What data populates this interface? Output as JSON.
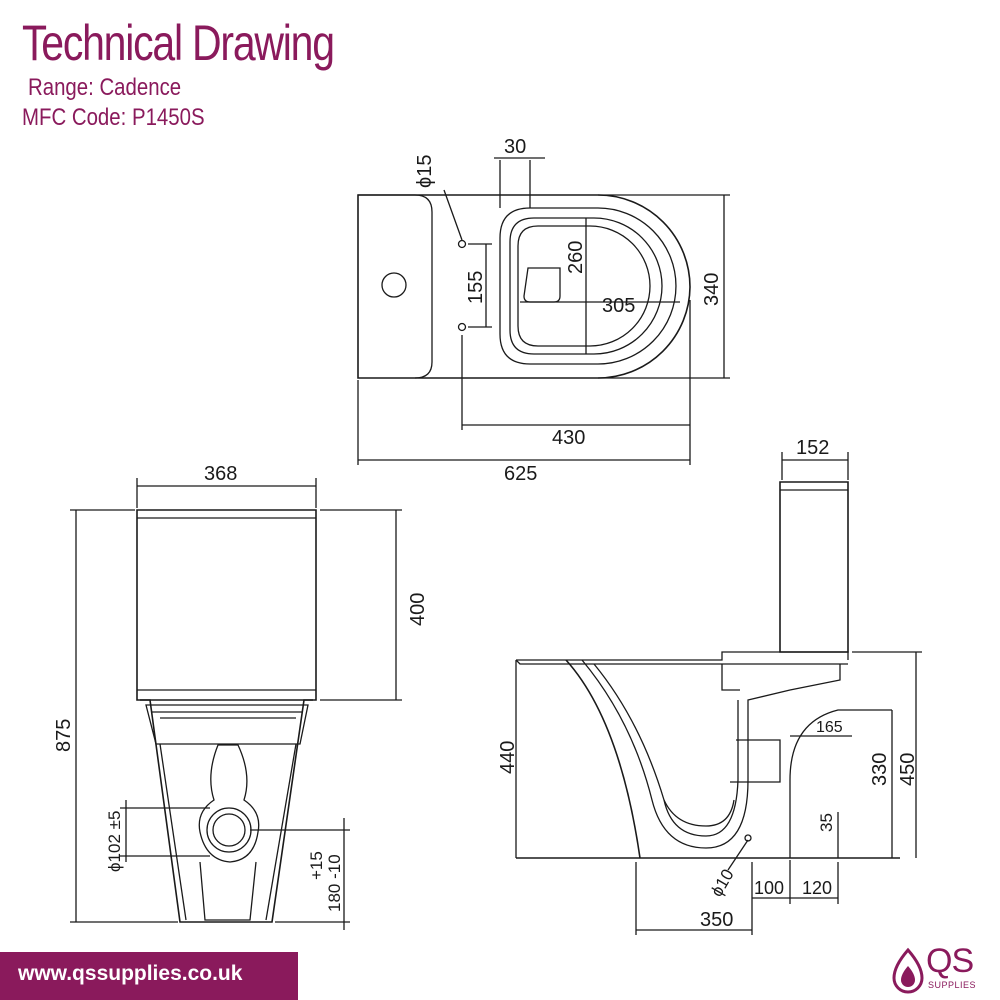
{
  "header": {
    "title": "Technical Drawing",
    "range": "Range: Cadence",
    "mfc_code": "MFC Code: P1450S"
  },
  "top_view": {
    "hole_dia": "15",
    "offset": "30",
    "inner_depth": "260",
    "fixing_spacing": "155",
    "inner_width": "305",
    "overall_width": "340",
    "fixing_to_front": "430",
    "overall_length": "625"
  },
  "front_view": {
    "cistern_width": "368",
    "cistern_height": "400",
    "overall_height": "875",
    "outlet_dia": "102 ±5",
    "outlet_height_tol": "+15",
    "outlet_height": "180 -10"
  },
  "side_view": {
    "cistern_depth": "152",
    "pan_height": "440",
    "outlet_offset": "165",
    "outlet_center_height": "330",
    "rim_height": "450",
    "outlet_clearance": "35",
    "fixing_hole_dia": "10",
    "fixing_offset_a": "100",
    "fixing_offset_b": "120",
    "base_depth": "350"
  },
  "footer": {
    "url": "www.qssupplies.co.uk",
    "logo_text": "QS",
    "logo_sub": "SUPPLIES"
  },
  "colors": {
    "brand": "#8a1a5c",
    "line": "#1a1a1a"
  }
}
